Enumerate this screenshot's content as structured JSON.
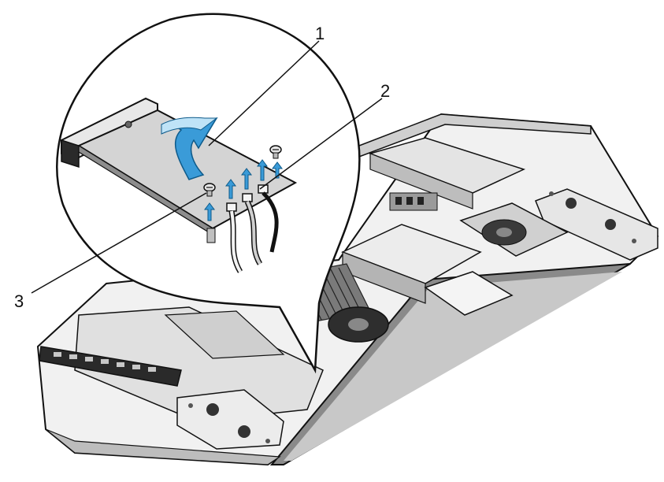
{
  "callouts": [
    {
      "label": "1"
    },
    {
      "label": "2"
    },
    {
      "label": "3"
    }
  ],
  "colors": {
    "line": "#111111",
    "arrow_blue": "#3a9bd8",
    "arrow_light": "#bfe3f7",
    "chassis_light": "#e9e9e9",
    "chassis_mid": "#bdbdbd",
    "chassis_dark": "#6d6d6d",
    "chassis_black": "#2a2a2a",
    "card_fill": "#d8d8d8"
  },
  "icons": {
    "lift_arrow": "up-arrow-icon",
    "remove_arrow": "curved-arrow-icon",
    "screw": "screw-icon"
  }
}
